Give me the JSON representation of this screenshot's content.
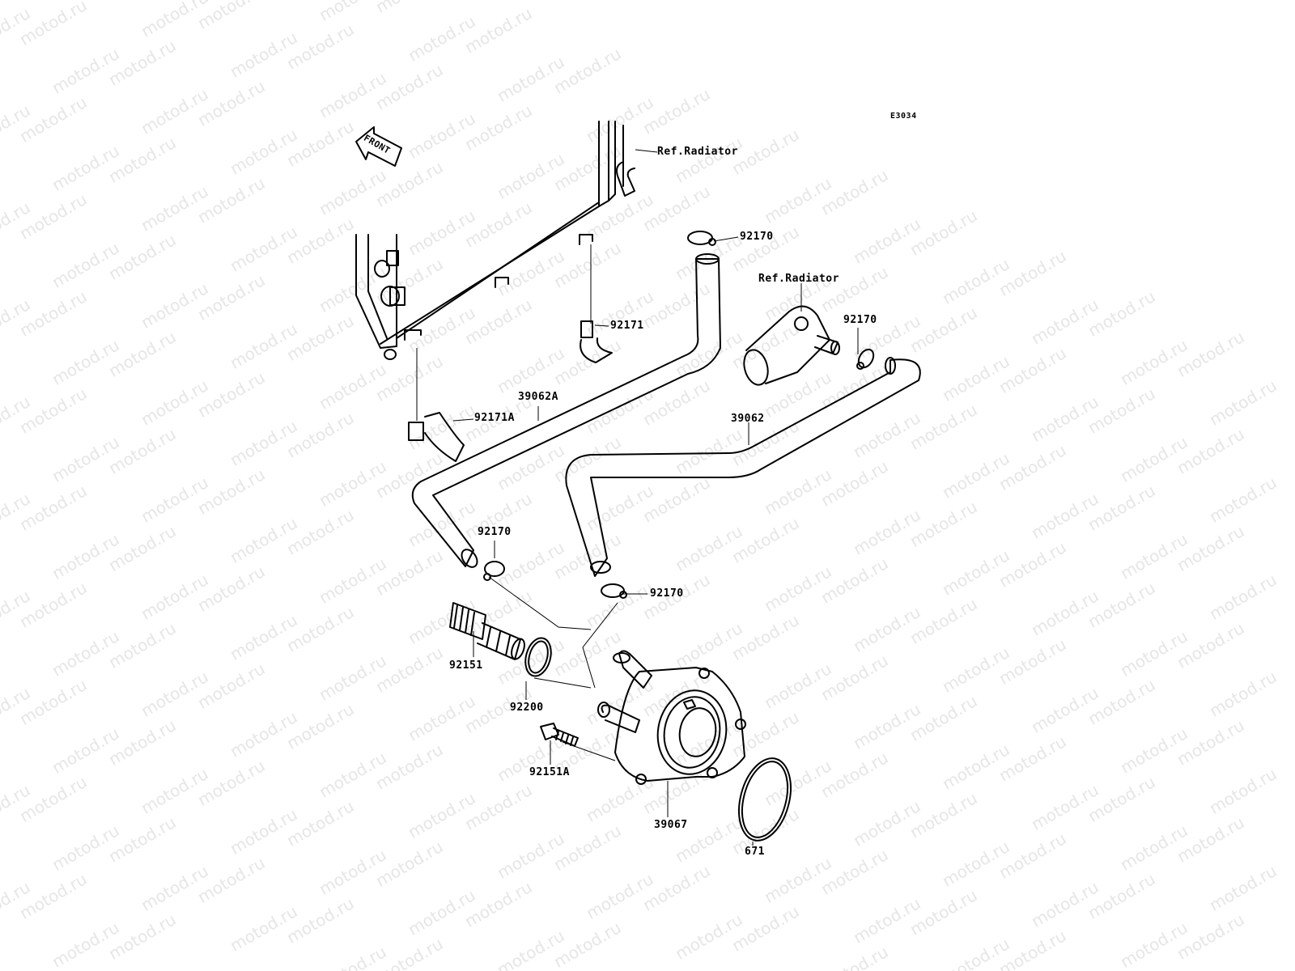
{
  "watermark": "motod.ru",
  "diagram_code": "E3034",
  "front_label": "FRONT",
  "refs": {
    "radiator_top": "Ref.Radiator",
    "radiator_mid": "Ref.Radiator"
  },
  "parts": {
    "p92170_a": "92170",
    "p92171": "92171",
    "p92170_b": "92170",
    "p39062A": "39062A",
    "p92171A": "92171A",
    "p39062": "39062",
    "p92170_c": "92170",
    "p92170_d": "92170",
    "p92151": "92151",
    "p92200": "92200",
    "p92151A": "92151A",
    "p39067": "39067",
    "p671": "671"
  }
}
